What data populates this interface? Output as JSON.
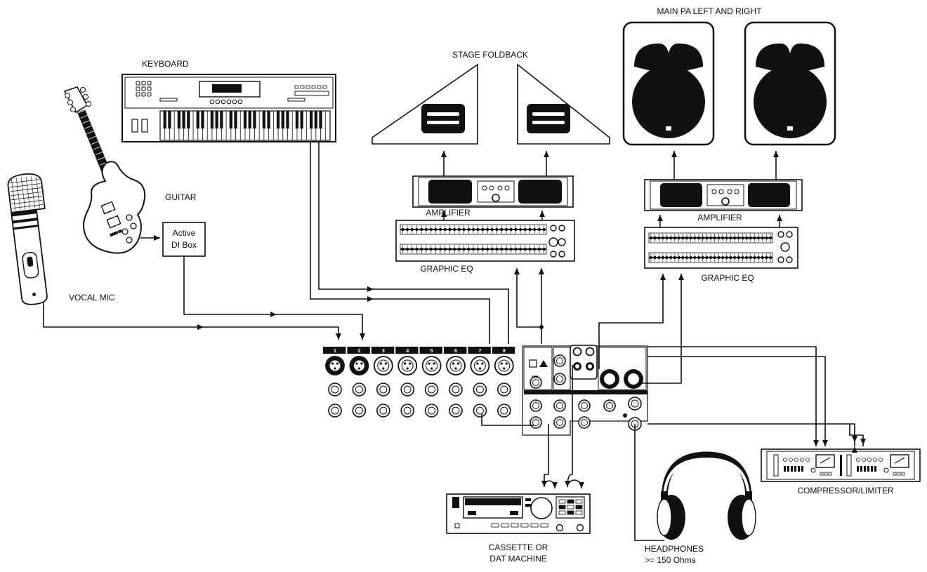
{
  "labels": {
    "main_pa": "MAIN PA LEFT AND RIGHT",
    "keyboard": "KEYBOARD",
    "stage_foldback": "STAGE FOLDBACK",
    "guitar": "GUITAR",
    "di_box_line1": "Active",
    "di_box_line2": "DI Box",
    "vocal_mic": "VOCAL MIC",
    "amplifier_left": "AMPLIFIER",
    "amplifier_right": "AMPLIFIER",
    "graphic_eq_left": "GRAPHIC EQ",
    "graphic_eq_right": "GRAPHIC EQ",
    "compressor": "COMPRESSOR/LIMITER",
    "cassette_line1": "CASSETTE OR",
    "cassette_line2": "DAT MACHINE",
    "headphones_line1": "HEADPHONES",
    "headphones_line2": ">= 150 Ohms"
  },
  "mixer": {
    "channels": [
      "1",
      "2",
      "3",
      "4",
      "5",
      "6",
      "7",
      "8"
    ]
  },
  "colors": {
    "ink": "#111111",
    "background": "#ffffff"
  }
}
